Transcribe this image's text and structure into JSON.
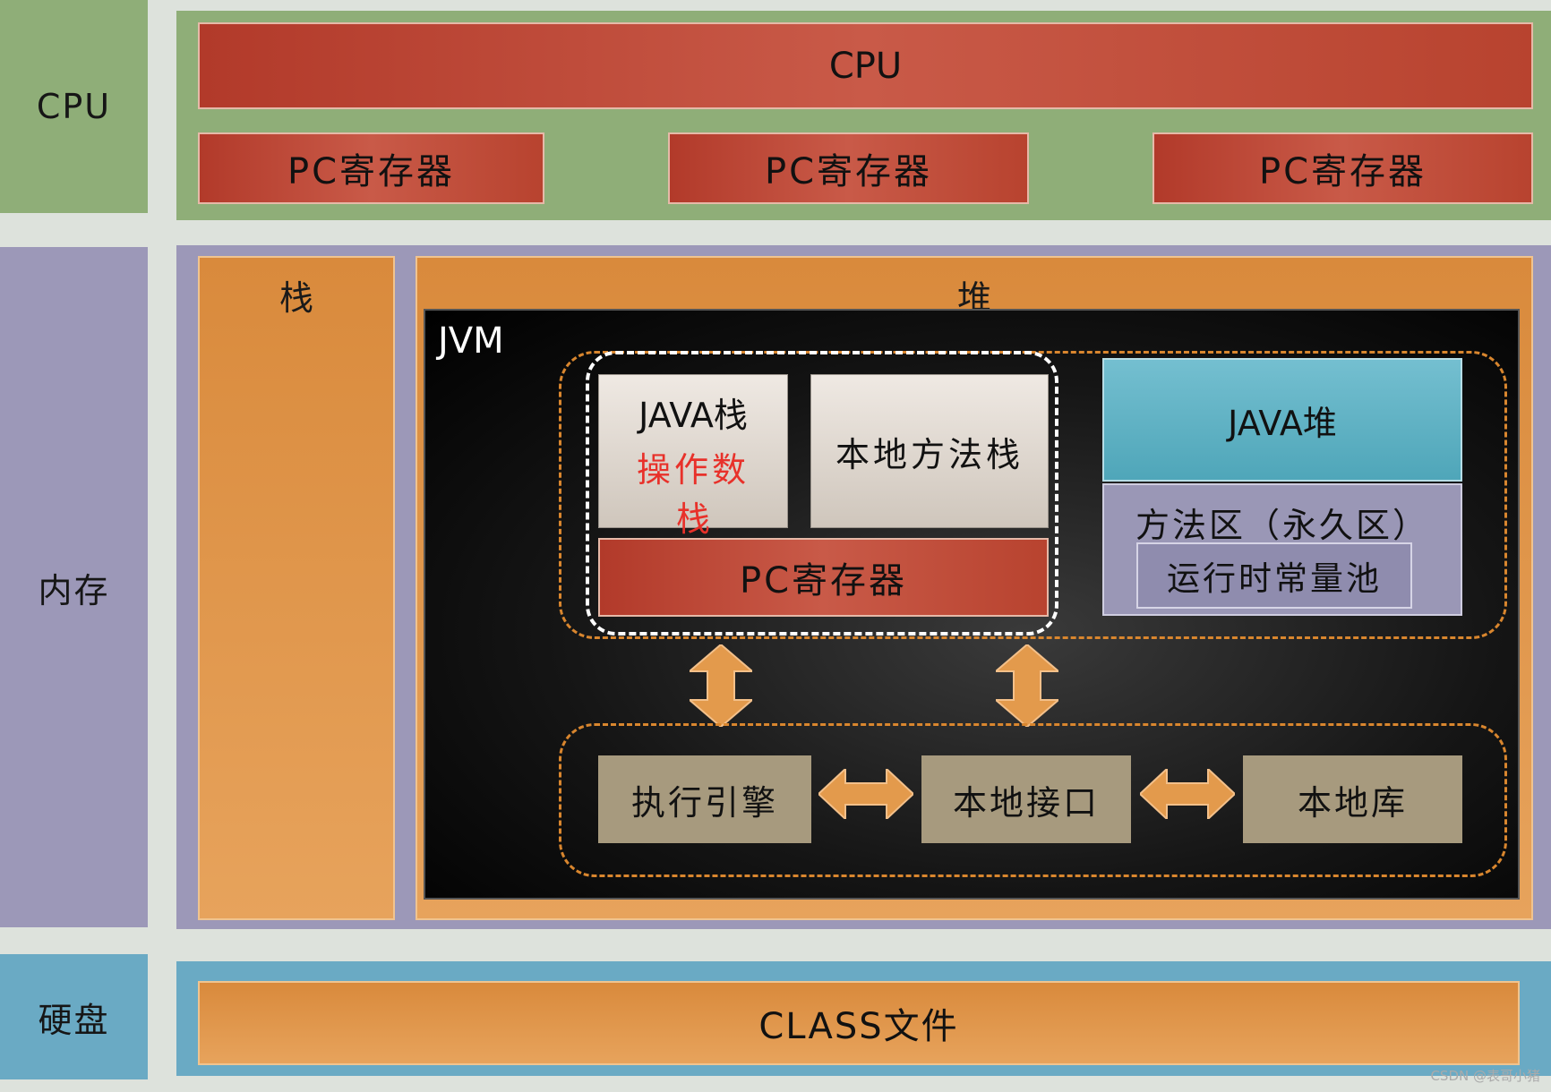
{
  "categories": {
    "cpu": "CPU",
    "memory": "内存",
    "disk": "硬盘"
  },
  "cpu_band": {
    "cpu": "CPU",
    "pc_registers": [
      "PC寄存器",
      "PC寄存器",
      "PC寄存器"
    ]
  },
  "memory_band": {
    "stack": "栈",
    "heap": "堆",
    "jvm": {
      "label": "JVM",
      "java_stack": "JAVA栈",
      "operand_stack_line1": "操作数",
      "operand_stack_line2": "栈",
      "native_method_stack": "本地方法栈",
      "pc_register": "PC寄存器",
      "java_heap": "JAVA堆",
      "method_area": "方法区（永久区）",
      "runtime_constant_pool": "运行时常量池",
      "execution_engine": "执行引擎",
      "native_interface": "本地接口",
      "native_library": "本地库"
    }
  },
  "disk_band": {
    "class_file": "CLASS文件"
  },
  "watermark": "CSDN @表哥小猪"
}
